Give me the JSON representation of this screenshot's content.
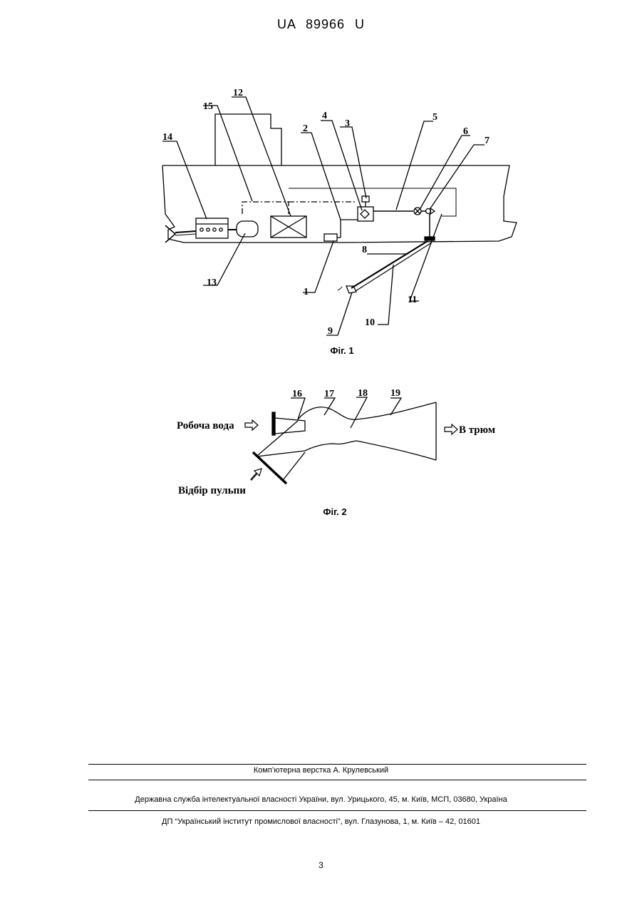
{
  "header": {
    "code": "UA   89966   U"
  },
  "figure1": {
    "caption": "Фіг. 1",
    "labels": [
      "1",
      "2",
      "3",
      "4",
      "5",
      "6",
      "7",
      "8",
      "9",
      "10",
      "11",
      "12",
      "13",
      "14",
      "15"
    ]
  },
  "figure2": {
    "caption": "Фіг. 2",
    "labels": [
      "16",
      "17",
      "18",
      "19"
    ],
    "inlet_water": "Робоча вода",
    "outlet": "В трюм",
    "pulp_intake": "Відбір пульпи"
  },
  "footer": {
    "layout_credit": "Комп’ютерна верстка А. Крулевський",
    "agency": "Державна служба інтелектуальної власності України, вул. Урицького, 45, м. Київ, МСП, 03680, Україна",
    "institute": "ДП “Український інститут промислової власності”, вул. Глазунова, 1, м. Київ – 42, 01601"
  },
  "page_number": "3"
}
